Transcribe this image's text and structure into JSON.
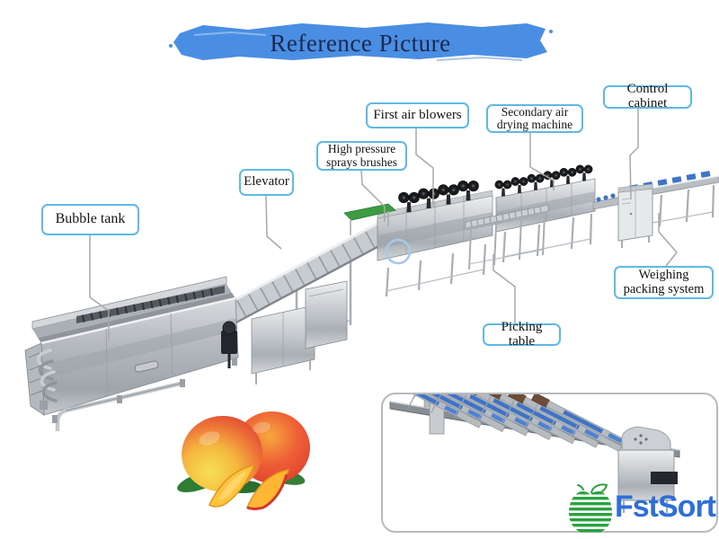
{
  "banner": {
    "title": "Reference Picture"
  },
  "labels": {
    "bubble_tank": "Bubble tank",
    "elevator": "Elevator",
    "high_pressure": "High pressure\nsprays brushes",
    "first_air_blowers": "First air blowers",
    "secondary_air": "Secondary air\ndrying machine",
    "control_cabinet": "Control cabinet",
    "weighing_packing": "Weighing\npacking system",
    "picking_table": "Picking table"
  },
  "logo": {
    "text": "FstSort",
    "icon": "striped-apple-with-leaf"
  },
  "colors": {
    "banner_blue": "#4a8ee3",
    "banner_text": "#1c2950",
    "label_border": "#5fb9e3",
    "connector_gray": "#a8a8a8",
    "machinery_steel": "#c3c8cc",
    "blower_black": "#1a1a1a",
    "infeed_belt_green": "#3d9c42",
    "sorter_belt_blue": "#3e73c6",
    "logo_blue": "#2e6fd8",
    "logo_green": "#2aa23f",
    "mango_red": "#de4233",
    "mango_yellow": "#f6e058"
  }
}
